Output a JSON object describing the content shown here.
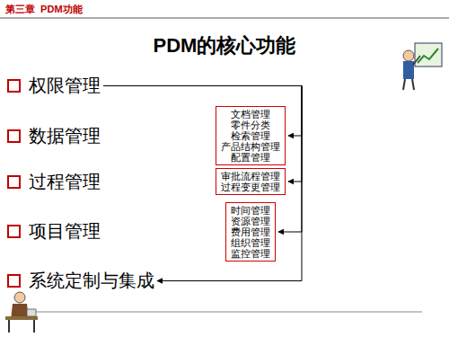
{
  "diagram": {
    "title": "PDM的核心功能",
    "nodes": [
      {
        "text": [
          "权限管理"
        ]
      },
      {
        "text": [
          "数据管理"
        ]
      },
      {
        "text": [
          "过程管理"
        ]
      },
      {
        "text": [
          "项目管理"
        ]
      },
      {
        "text": [
          "系统定制与集成"
        ]
      },
      {
        "text": [
          "文档管理",
          "零件分类",
          "检索管理",
          "产品结构管理",
          "配置管理"
        ]
      },
      {
        "text": [
          "审批流程管理",
          "过程变更管理"
        ]
      },
      {
        "text": [
          "时间管理",
          "资源管理",
          "费用管理",
          "组织管理",
          "监控管理"
        ]
      }
    ],
    "edges": [
      {
        "from": 0,
        "to": 5,
        "arrow": "to"
      },
      {
        "from": 0,
        "to": 6,
        "arrow": "to"
      },
      {
        "from": 0,
        "to": 7,
        "arrow": "to"
      },
      {
        "from": 0,
        "to": 4,
        "arrow": "to"
      }
    ],
    "labels": [
      "第三章  PDM功能"
    ]
  }
}
